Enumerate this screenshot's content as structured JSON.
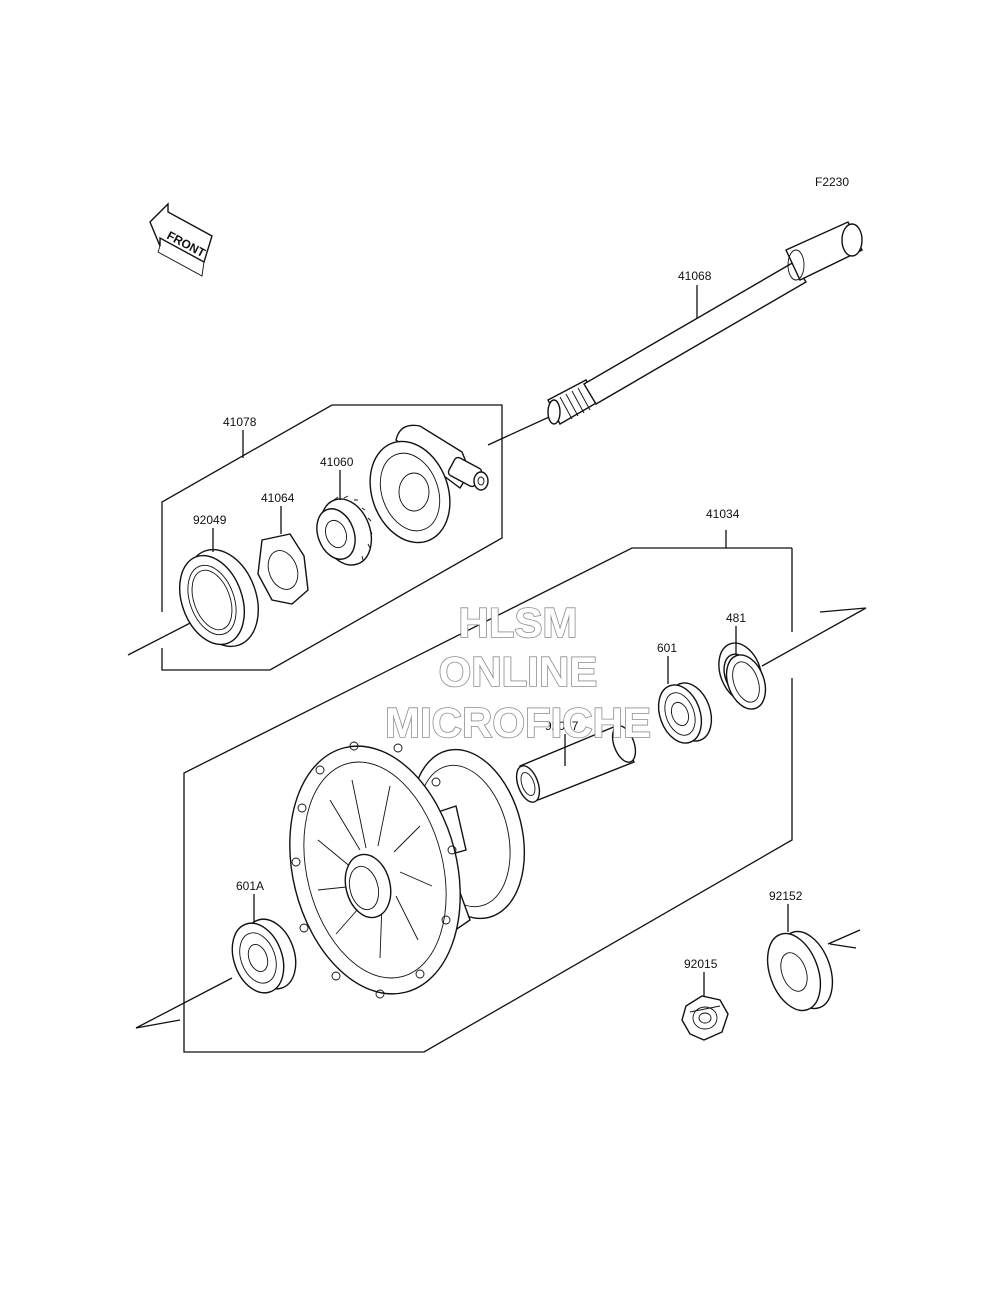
{
  "diagram": {
    "code": "F2230",
    "front_label": "FRONT",
    "parts": {
      "p41068": "41068",
      "p41078": "41078",
      "p41060": "41060",
      "p41064": "41064",
      "p92049": "92049",
      "p41034": "41034",
      "p481": "481",
      "p601": "601",
      "p92027": "92027",
      "p601A": "601A",
      "p92152": "92152",
      "p92015": "92015"
    }
  },
  "watermark": {
    "line1": "HLSM",
    "line2": "ONLINE",
    "line3": "MICROFICHE"
  }
}
